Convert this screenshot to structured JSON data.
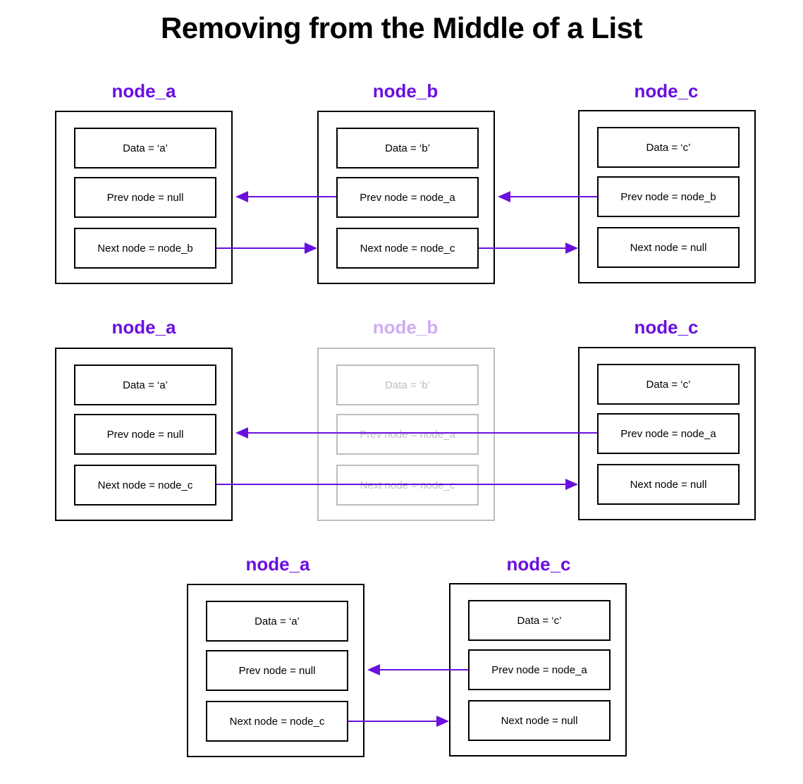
{
  "title": "Removing from the Middle of a List",
  "colors": {
    "accent": "#6a0fe0",
    "faded_box": "#bdbdbd",
    "faded_label": "#cdaef5"
  },
  "row1": {
    "node_a": {
      "name": "node_a",
      "data": "Data = ‘a’",
      "prev": "Prev node = null",
      "next": "Next node = node_b"
    },
    "node_b": {
      "name": "node_b",
      "data": "Data = ‘b’",
      "prev": "Prev node = node_a",
      "next": "Next node = node_c"
    },
    "node_c": {
      "name": "node_c",
      "data": "Data = ‘c’",
      "prev": "Prev node = node_b",
      "next": "Next node = null"
    }
  },
  "row2": {
    "node_a": {
      "name": "node_a",
      "data": "Data = ‘a’",
      "prev": "Prev node = null",
      "next": "Next node = node_c"
    },
    "node_b": {
      "name": "node_b",
      "data": "Data = ‘b’",
      "prev": "Prev node = node_a",
      "next": "Next node = node_c"
    },
    "node_c": {
      "name": "node_c",
      "data": "Data = ‘c’",
      "prev": "Prev node = node_a",
      "next": "Next node = null"
    }
  },
  "row3": {
    "node_a": {
      "name": "node_a",
      "data": "Data = ‘a’",
      "prev": "Prev node = null",
      "next": "Next node = node_c"
    },
    "node_c": {
      "name": "node_c",
      "data": "Data = ‘c’",
      "prev": "Prev node = node_a",
      "next": "Next node = null"
    }
  }
}
